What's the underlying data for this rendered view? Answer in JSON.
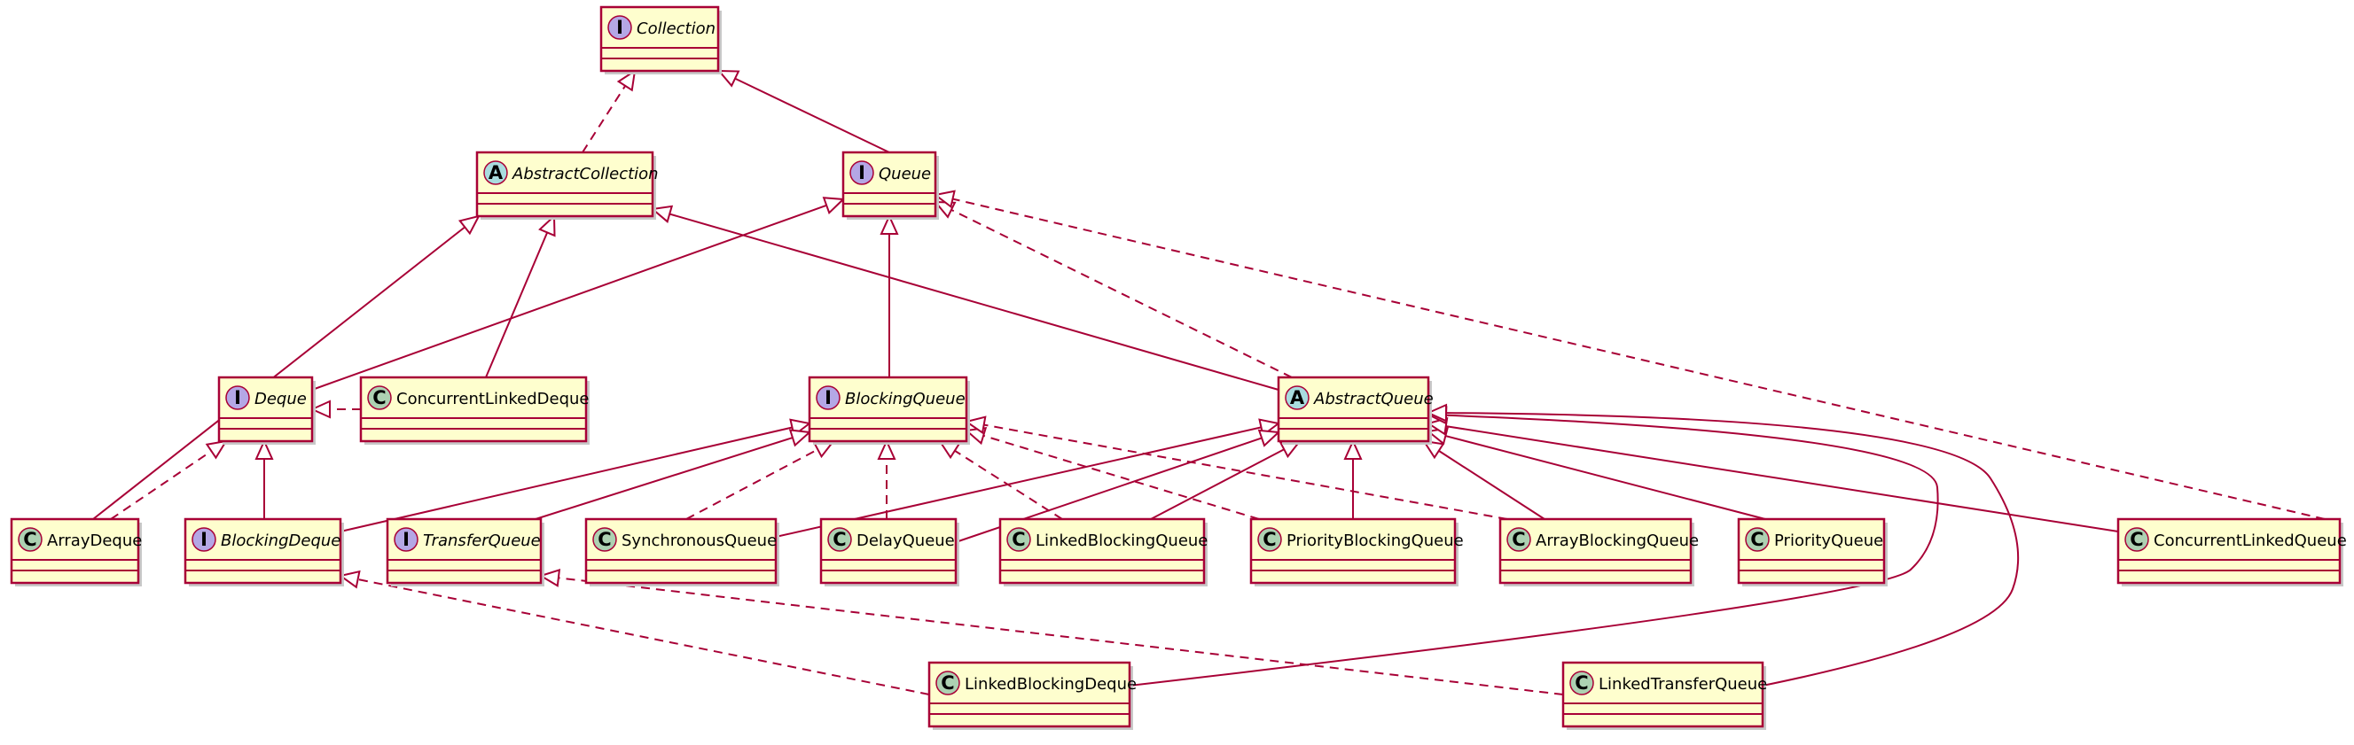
{
  "colors": {
    "box_fill": "#FEFECE",
    "border": "#A80036",
    "interface_badge": "#B4A7E5",
    "abstract_badge": "#A9DCDF",
    "class_badge": "#ADD1B2",
    "shadow": "#c8c8c8"
  },
  "nodes": [
    {
      "id": "collection",
      "name": "Collection",
      "kind": "interface",
      "badge": "I"
    },
    {
      "id": "abstractcollection",
      "name": "AbstractCollection",
      "kind": "abstract",
      "badge": "A"
    },
    {
      "id": "queue",
      "name": "Queue",
      "kind": "interface",
      "badge": "I"
    },
    {
      "id": "deque",
      "name": "Deque",
      "kind": "interface",
      "badge": "I"
    },
    {
      "id": "concurrentlinkeddeque",
      "name": "ConcurrentLinkedDeque",
      "kind": "class",
      "badge": "C"
    },
    {
      "id": "blockingqueue",
      "name": "BlockingQueue",
      "kind": "interface",
      "badge": "I"
    },
    {
      "id": "abstractqueue",
      "name": "AbstractQueue",
      "kind": "abstract",
      "badge": "A"
    },
    {
      "id": "arraydeque",
      "name": "ArrayDeque",
      "kind": "class",
      "badge": "C"
    },
    {
      "id": "blockingdeque",
      "name": "BlockingDeque",
      "kind": "interface",
      "badge": "I"
    },
    {
      "id": "transferqueue",
      "name": "TransferQueue",
      "kind": "interface",
      "badge": "I"
    },
    {
      "id": "synchronousqueue",
      "name": "SynchronousQueue",
      "kind": "class",
      "badge": "C"
    },
    {
      "id": "delayqueue",
      "name": "DelayQueue",
      "kind": "class",
      "badge": "C"
    },
    {
      "id": "linkedblockingqueue",
      "name": "LinkedBlockingQueue",
      "kind": "class",
      "badge": "C"
    },
    {
      "id": "priorityblockingqueue",
      "name": "PriorityBlockingQueue",
      "kind": "class",
      "badge": "C"
    },
    {
      "id": "arrayblockingqueue",
      "name": "ArrayBlockingQueue",
      "kind": "class",
      "badge": "C"
    },
    {
      "id": "priorityqueue",
      "name": "PriorityQueue",
      "kind": "class",
      "badge": "C"
    },
    {
      "id": "concurrentlinkedqueue",
      "name": "ConcurrentLinkedQueue",
      "kind": "class",
      "badge": "C"
    },
    {
      "id": "linkedblockingdeque",
      "name": "LinkedBlockingDeque",
      "kind": "class",
      "badge": "C"
    },
    {
      "id": "linkedtransferqueue",
      "name": "LinkedTransferQueue",
      "kind": "class",
      "badge": "C"
    }
  ],
  "edges": [
    {
      "from": "abstractcollection",
      "to": "collection",
      "style": "dashed"
    },
    {
      "from": "queue",
      "to": "collection",
      "style": "solid"
    },
    {
      "from": "deque",
      "to": "queue",
      "style": "solid"
    },
    {
      "from": "blockingqueue",
      "to": "queue",
      "style": "solid"
    },
    {
      "from": "abstractqueue",
      "to": "queue",
      "style": "dashed"
    },
    {
      "from": "concurrentlinkedqueue",
      "to": "queue",
      "style": "dashed"
    },
    {
      "from": "arraydeque",
      "to": "abstractcollection",
      "style": "solid"
    },
    {
      "from": "concurrentlinkeddeque",
      "to": "abstractcollection",
      "style": "solid"
    },
    {
      "from": "abstractqueue",
      "to": "abstractcollection",
      "style": "solid"
    },
    {
      "from": "concurrentlinkeddeque",
      "to": "deque",
      "style": "dashed"
    },
    {
      "from": "arraydeque",
      "to": "deque",
      "style": "dashed"
    },
    {
      "from": "blockingdeque",
      "to": "deque",
      "style": "solid"
    },
    {
      "from": "blockingdeque",
      "to": "blockingqueue",
      "style": "solid"
    },
    {
      "from": "transferqueue",
      "to": "blockingqueue",
      "style": "solid"
    },
    {
      "from": "synchronousqueue",
      "to": "blockingqueue",
      "style": "dashed"
    },
    {
      "from": "delayqueue",
      "to": "blockingqueue",
      "style": "dashed"
    },
    {
      "from": "linkedblockingqueue",
      "to": "blockingqueue",
      "style": "dashed"
    },
    {
      "from": "priorityblockingqueue",
      "to": "blockingqueue",
      "style": "dashed"
    },
    {
      "from": "arrayblockingqueue",
      "to": "blockingqueue",
      "style": "dashed"
    },
    {
      "from": "synchronousqueue",
      "to": "abstractqueue",
      "style": "solid"
    },
    {
      "from": "delayqueue",
      "to": "abstractqueue",
      "style": "solid"
    },
    {
      "from": "linkedblockingqueue",
      "to": "abstractqueue",
      "style": "solid"
    },
    {
      "from": "priorityblockingqueue",
      "to": "abstractqueue",
      "style": "solid"
    },
    {
      "from": "arrayblockingqueue",
      "to": "abstractqueue",
      "style": "solid"
    },
    {
      "from": "priorityqueue",
      "to": "abstractqueue",
      "style": "solid"
    },
    {
      "from": "concurrentlinkedqueue",
      "to": "abstractqueue",
      "style": "solid"
    },
    {
      "from": "linkedblockingdeque",
      "to": "abstractqueue",
      "style": "solid"
    },
    {
      "from": "linkedtransferqueue",
      "to": "abstractqueue",
      "style": "solid"
    },
    {
      "from": "linkedblockingdeque",
      "to": "blockingdeque",
      "style": "dashed"
    },
    {
      "from": "linkedtransferqueue",
      "to": "transferqueue",
      "style": "dashed"
    }
  ]
}
